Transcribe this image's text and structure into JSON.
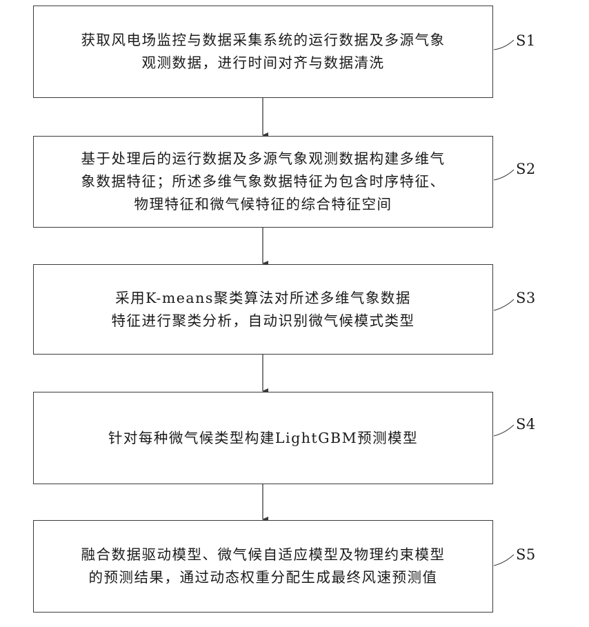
{
  "steps": [
    {
      "label": "S1",
      "lines": [
        "获取风电场监控与数据采集系统的运行数据及多源气象",
        "观测数据，进行时间对齐与数据清洗"
      ]
    },
    {
      "label": "S2",
      "lines": [
        "基于处理后的运行数据及多源气象观测数据构建多维气",
        "象数据特征；所述多维气象数据特征为包含时序特征、",
        "物理特征和微气候特征的综合特征空间"
      ]
    },
    {
      "label": "S3",
      "lines": [
        "采用K-means聚类算法对所述多维气象数据",
        "特征进行聚类分析，自动识别微气候模式类型"
      ]
    },
    {
      "label": "S4",
      "lines": [
        "针对每种微气候类型构建LightGBM预测模型"
      ]
    },
    {
      "label": "S5",
      "lines": [
        "融合数据驱动模型、微气候自适应模型及物理约束模型",
        "的预测结果，通过动态权重分配生成最终风速预测值"
      ]
    }
  ],
  "colors": {
    "line": "#3a3a3a",
    "text": "#1a1a1a"
  }
}
